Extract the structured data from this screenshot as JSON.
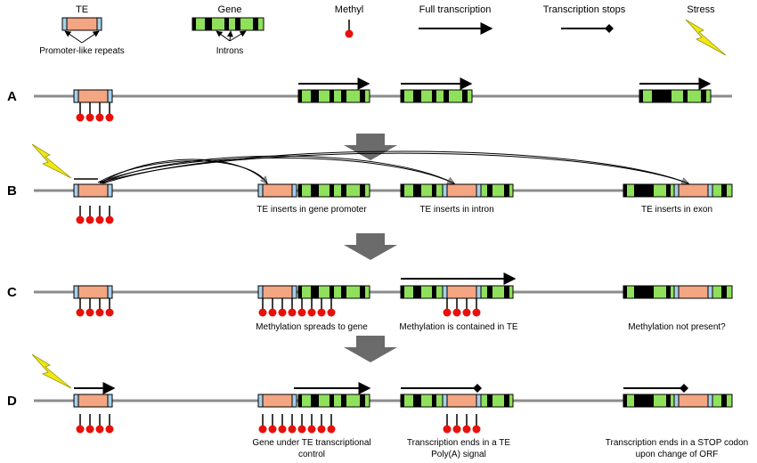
{
  "legend": {
    "te": "TE",
    "te_sub": "Promoter-like repeats",
    "gene": "Gene",
    "gene_sub": "Introns",
    "methyl": "Methyl",
    "full": "Full transcription",
    "stops": "Transcription stops",
    "stress": "Stress"
  },
  "rows": {
    "a": "A",
    "b": "B",
    "c": "C",
    "d": "D"
  },
  "labels": {
    "b_promoter": "TE inserts in gene promoter",
    "b_intron": "TE inserts in intron",
    "b_exon": "TE inserts in exon",
    "c_spreads": "Methylation spreads to gene",
    "c_contained": "Methylation is contained in TE",
    "c_not_present": "Methylation not present?",
    "d_under_1": "Gene under TE transcriptional",
    "d_under_2": "control",
    "d_polya_1": "Transcription ends in a TE",
    "d_polya_2": "Poly(A) signal",
    "d_stop_1": "Transcription ends in a STOP codon",
    "d_stop_2": "upon change of ORF"
  },
  "colors": {
    "te_fill": "#F4A582",
    "te_edge": "#A6CFEA",
    "gene_fill": "#8FE05A",
    "exon_black": "#000000",
    "methyl": "#E8100A",
    "stress": "#F0E816",
    "stage_arrow": "#6B6B6B",
    "chromosome": "#8C8C8C"
  },
  "icons": [
    "lightning-icon",
    "down-arrow-icon",
    "methyl-lollipop-icon",
    "transcription-arrow-icon"
  ]
}
